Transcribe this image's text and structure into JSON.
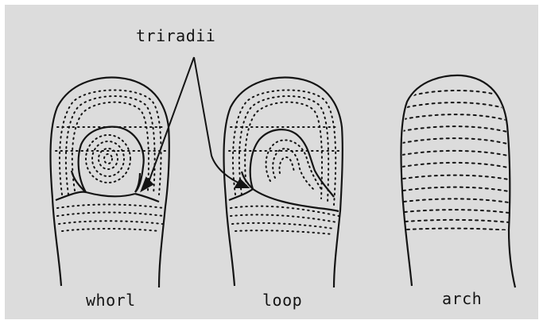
{
  "title": "triradii",
  "patterns": [
    {
      "id": "whorl",
      "label": "whorl"
    },
    {
      "id": "loop",
      "label": "loop"
    },
    {
      "id": "arch",
      "label": "arch"
    }
  ],
  "colors": {
    "background": "#dcdcdc",
    "ink": "#141414",
    "frame": "#ffffff"
  }
}
